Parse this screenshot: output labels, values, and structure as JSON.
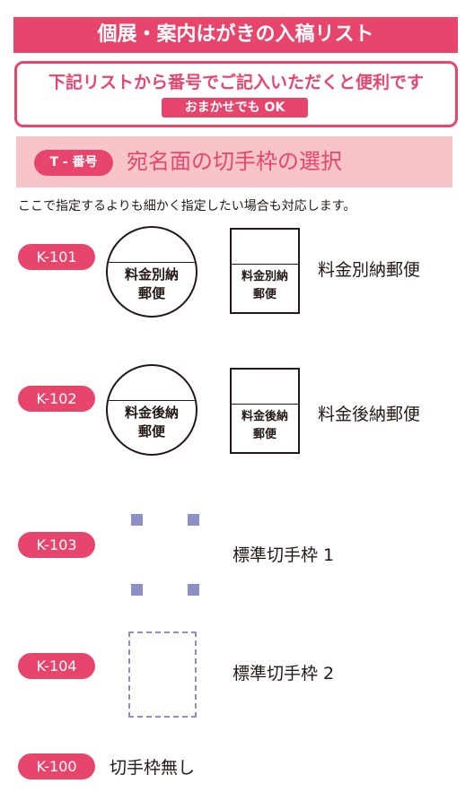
{
  "header": {
    "title": "個展・案内はがきの入稿リスト"
  },
  "notice": {
    "text": "下記リストから番号でご記入いただくと便利です",
    "badge": "おまかせでも OK"
  },
  "section": {
    "badge": "T - 番号",
    "title": "宛名面の切手枠の選択"
  },
  "note": "ここで指定するよりも細かく指定したい場合も対応します。",
  "options": [
    {
      "code": "K-101",
      "stamp_text_line1": "料金別納",
      "stamp_text_line2": "郵便",
      "label": "料金別納郵便"
    },
    {
      "code": "K-102",
      "stamp_text_line1": "料金後納",
      "stamp_text_line2": "郵便",
      "label": "料金後納郵便"
    },
    {
      "code": "K-103",
      "label": "標準切手枠 1"
    },
    {
      "code": "K-104",
      "label": "標準切手枠 2"
    },
    {
      "code": "K-100",
      "label": "切手枠無し"
    }
  ],
  "colors": {
    "accent": "#e8456d",
    "section_bg": "#f7c5c9",
    "frame_marks": "#8c8fc6",
    "text": "#231815"
  }
}
